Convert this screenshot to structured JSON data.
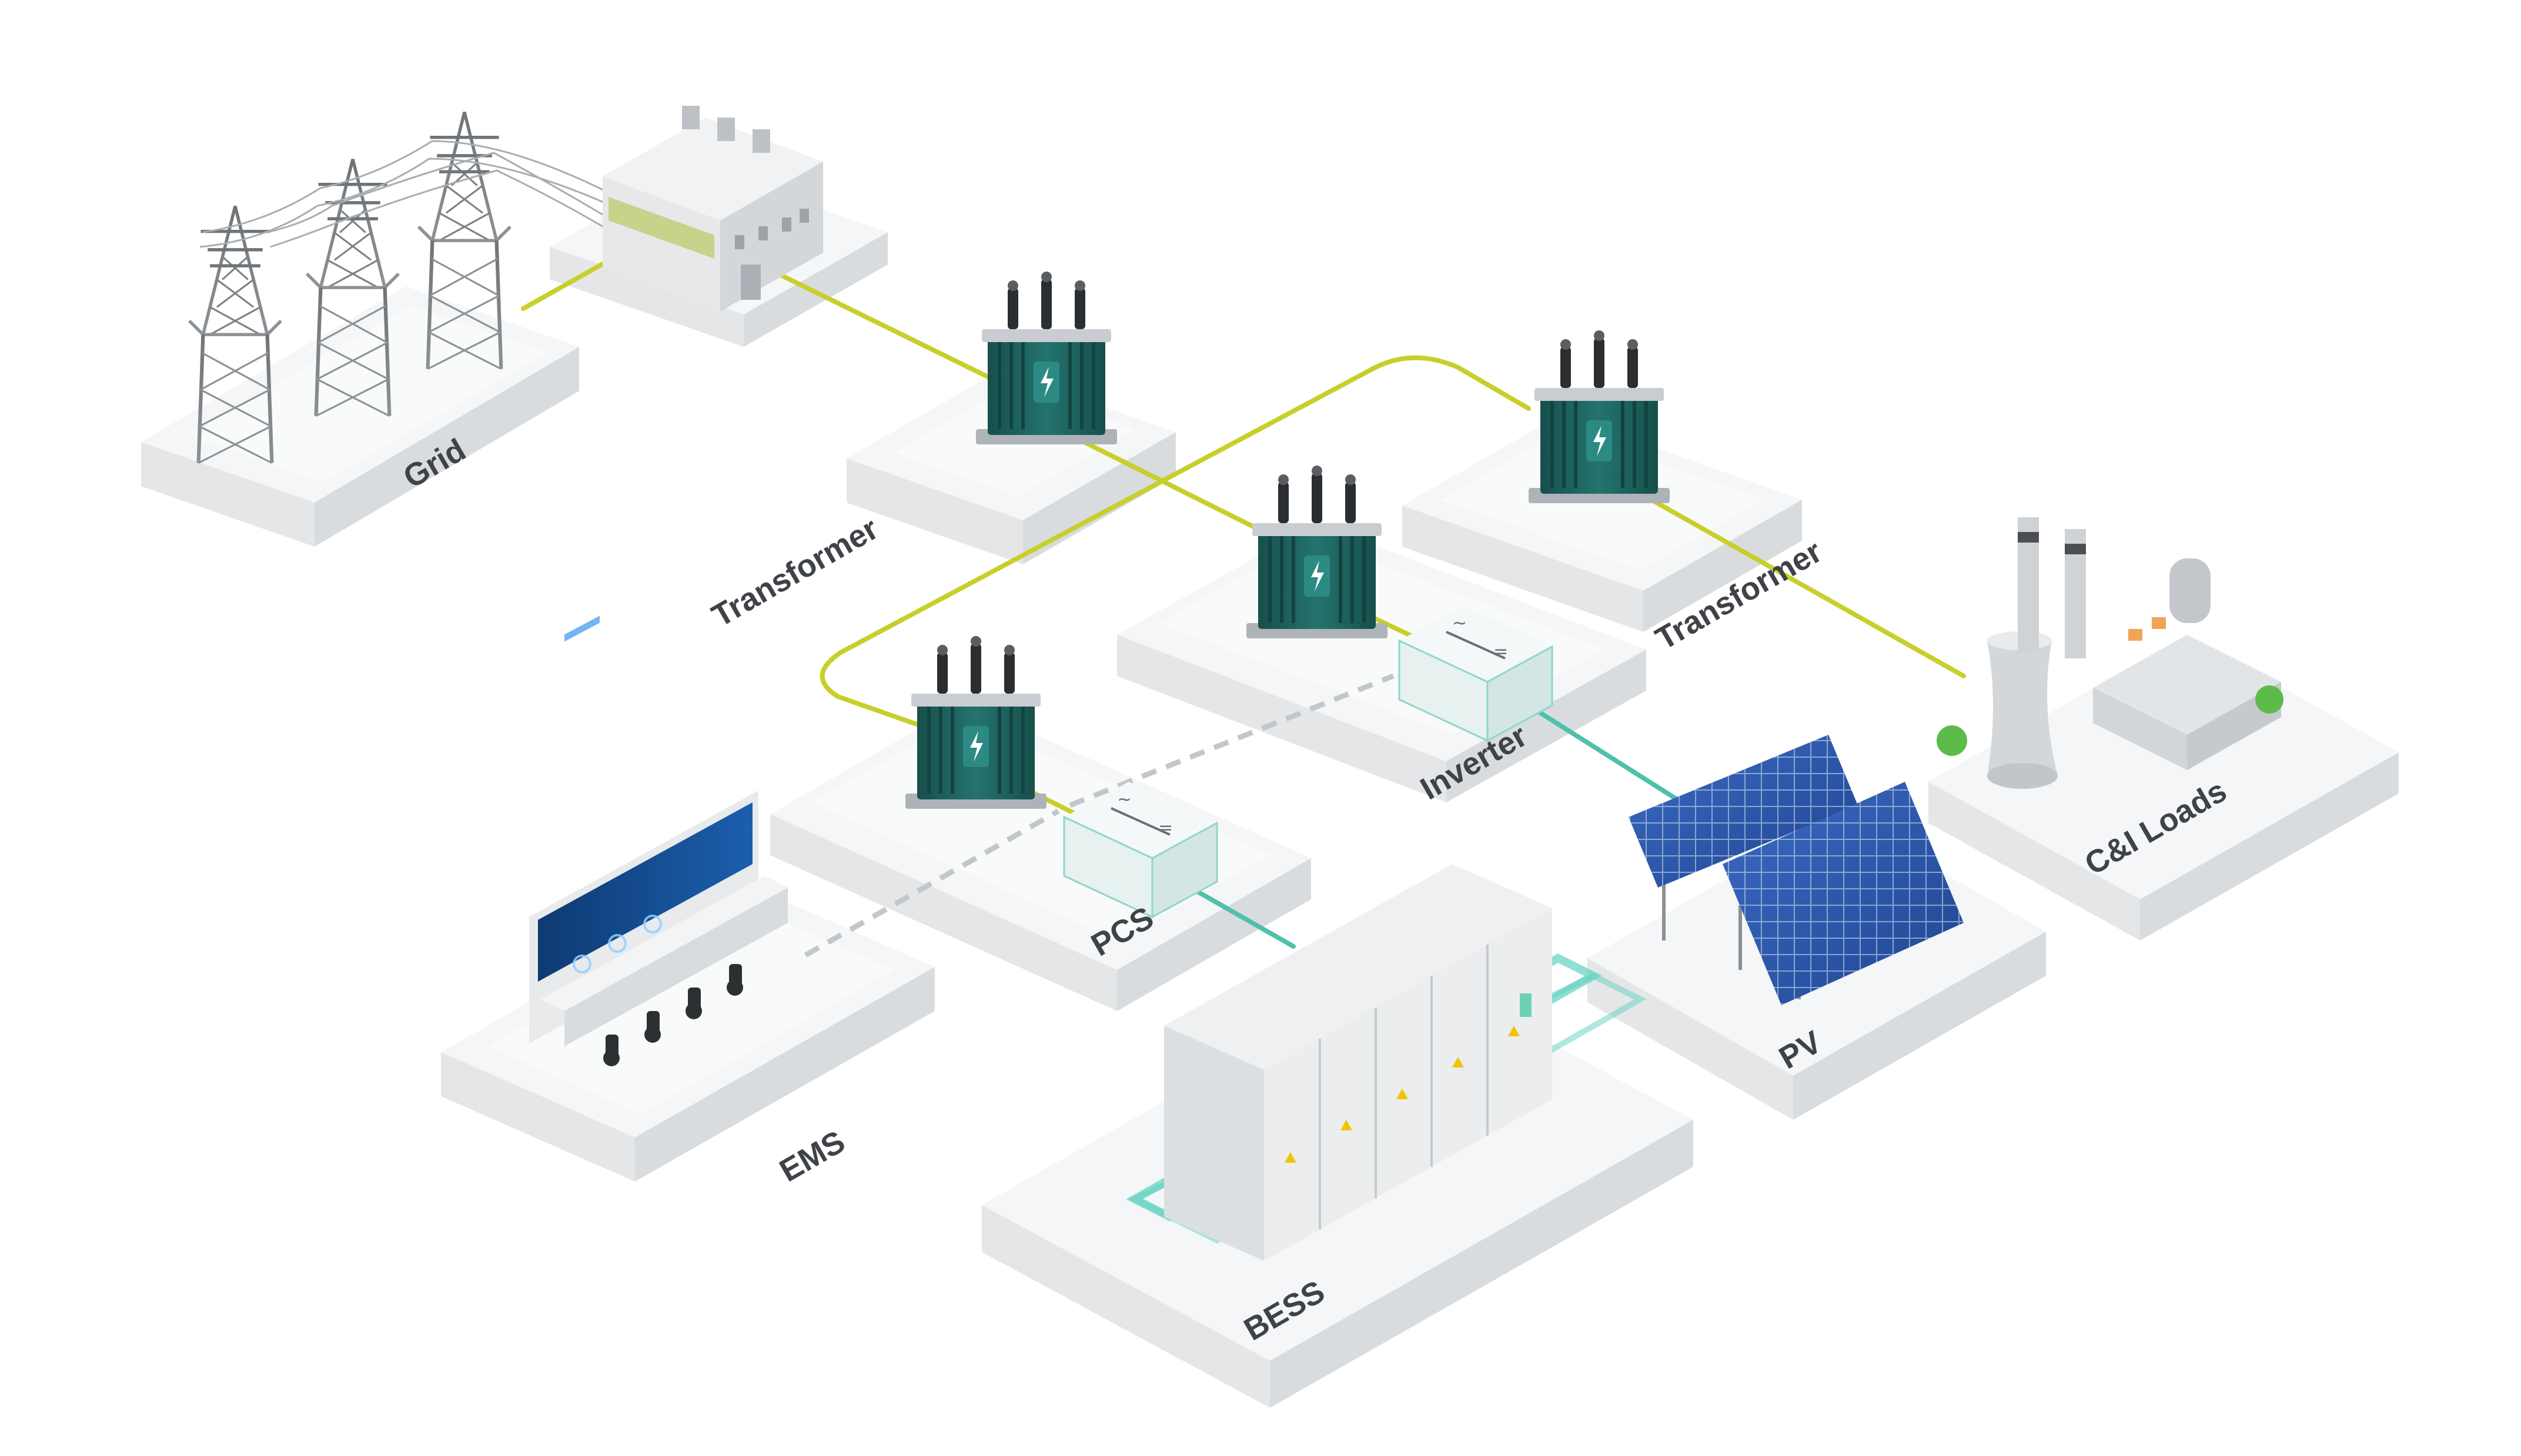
{
  "diagram": {
    "labels": {
      "grid": "Grid",
      "transformer_left": "Transformer",
      "transformer_right": "Transformer",
      "inverter": "Inverter",
      "pcs": "PCS",
      "ems": "EMS",
      "bess": "BESS",
      "pv": "PV",
      "loads": "C&I Loads"
    },
    "colors": {
      "ac_line": "#c8cf2a",
      "dc_line": "#4fc0ac",
      "comm_line": "#c4c7ca",
      "transformer_body": "#1f6b68",
      "transformer_dark": "#134946",
      "platform_top": "#f5f6f7",
      "platform_side": "#e2e4e6",
      "solar_panel": "#2d56a8",
      "bess_glow": "#5fd1c0",
      "label_text": "#3f4347"
    }
  }
}
